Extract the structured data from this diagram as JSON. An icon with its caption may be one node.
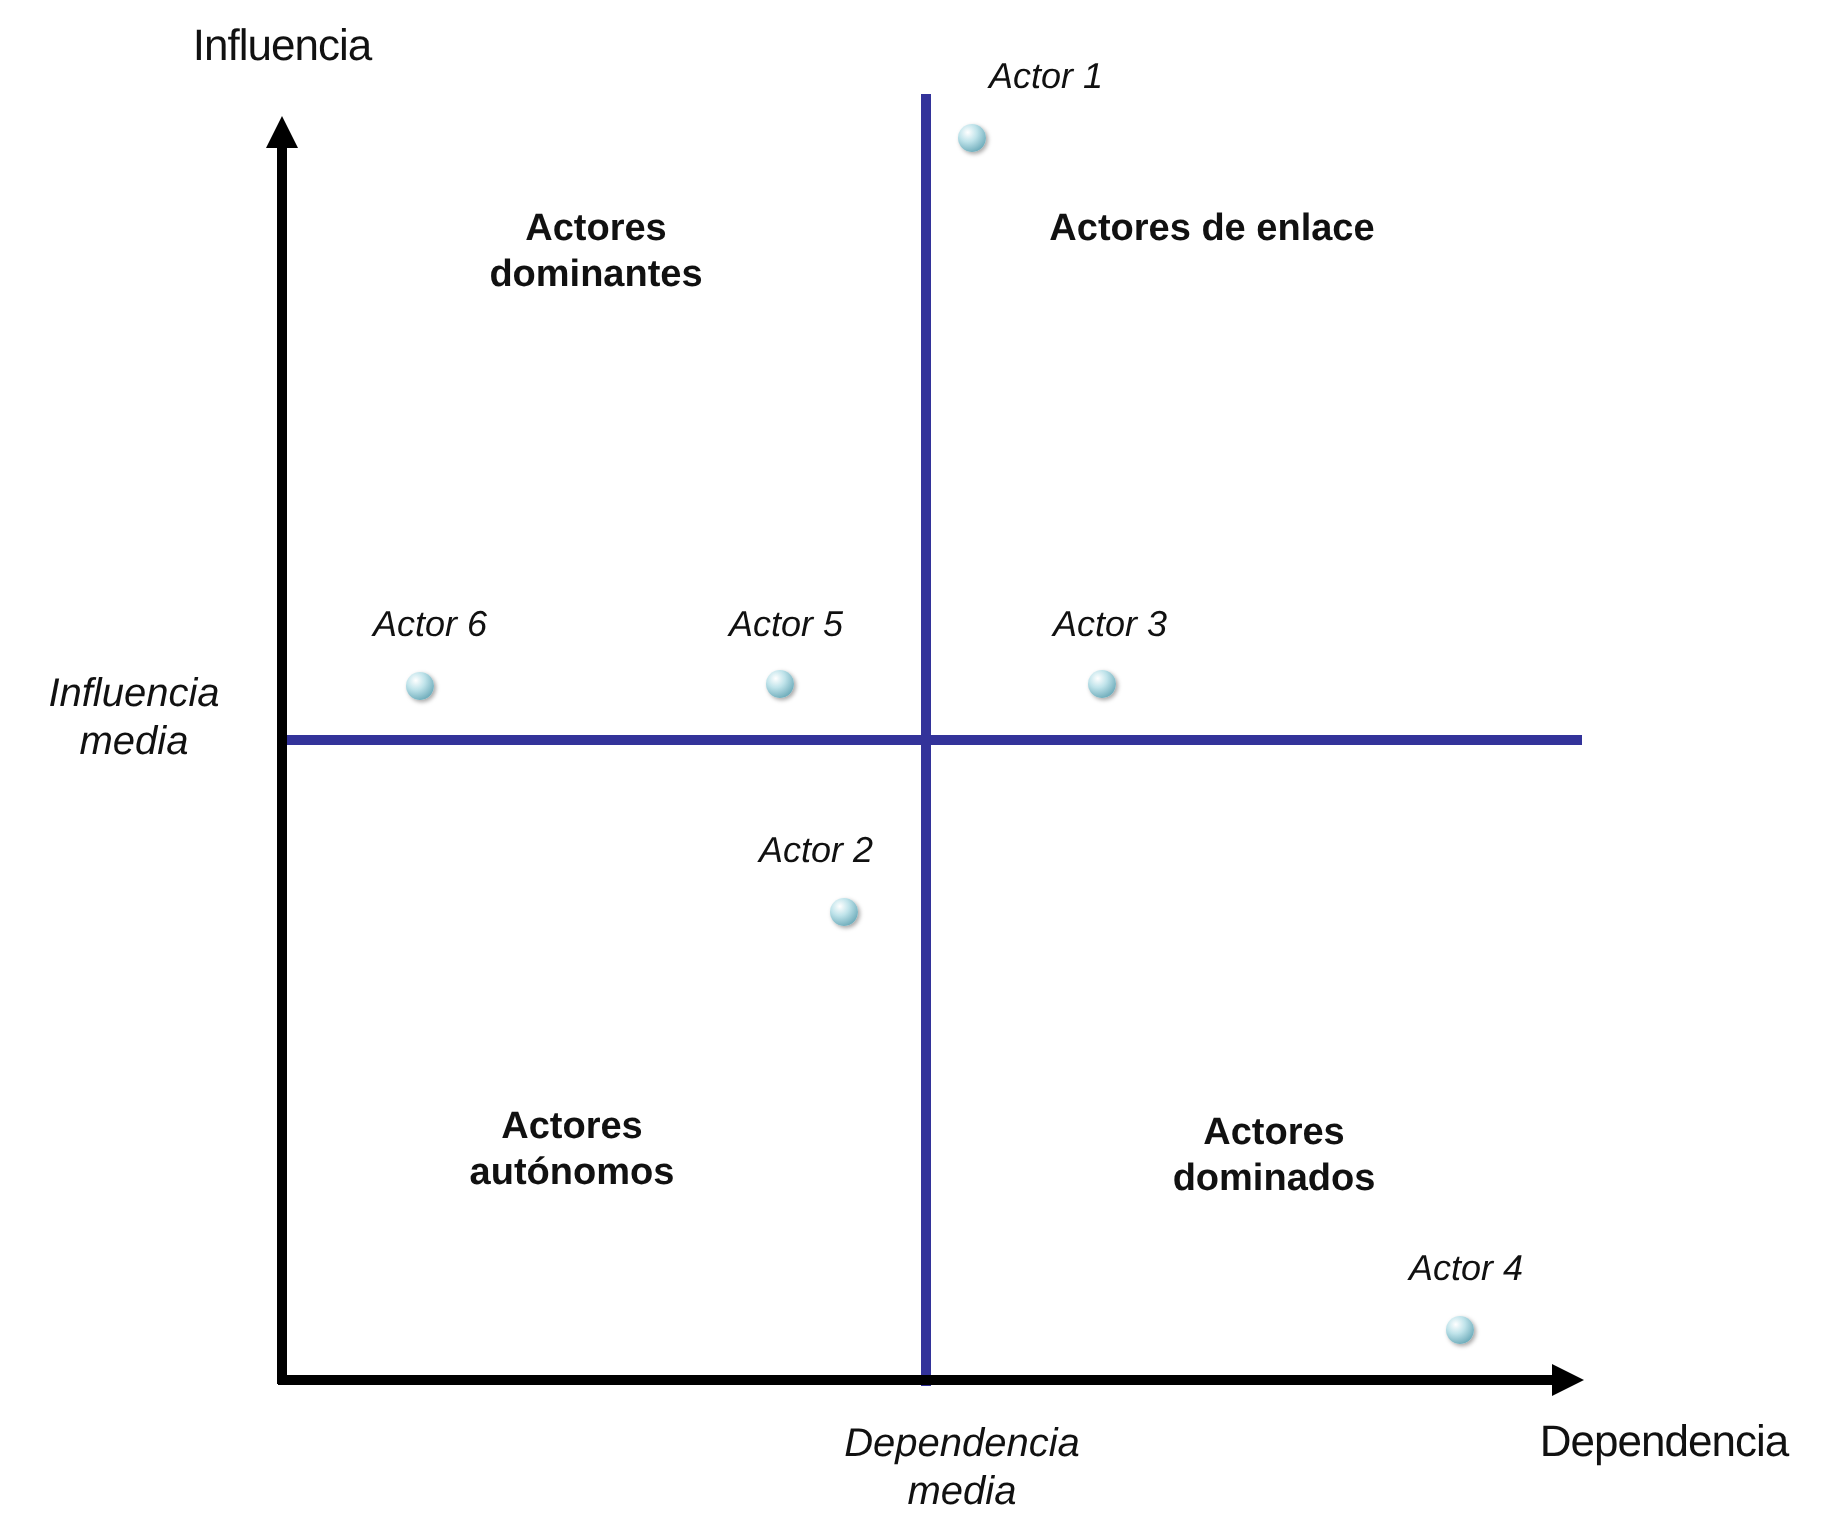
{
  "diagram": {
    "labels": [
      "Influencia",
      "Actor 1",
      "Actores dominantes",
      "Actores de enlace",
      "Actor 6",
      "Actor 5",
      "Actor 3",
      "Influencia media",
      "Actor 2",
      "Actores autónomos",
      "Actores dominados",
      "Actor 4",
      "Dependencia media",
      "Dependencia"
    ]
  }
}
